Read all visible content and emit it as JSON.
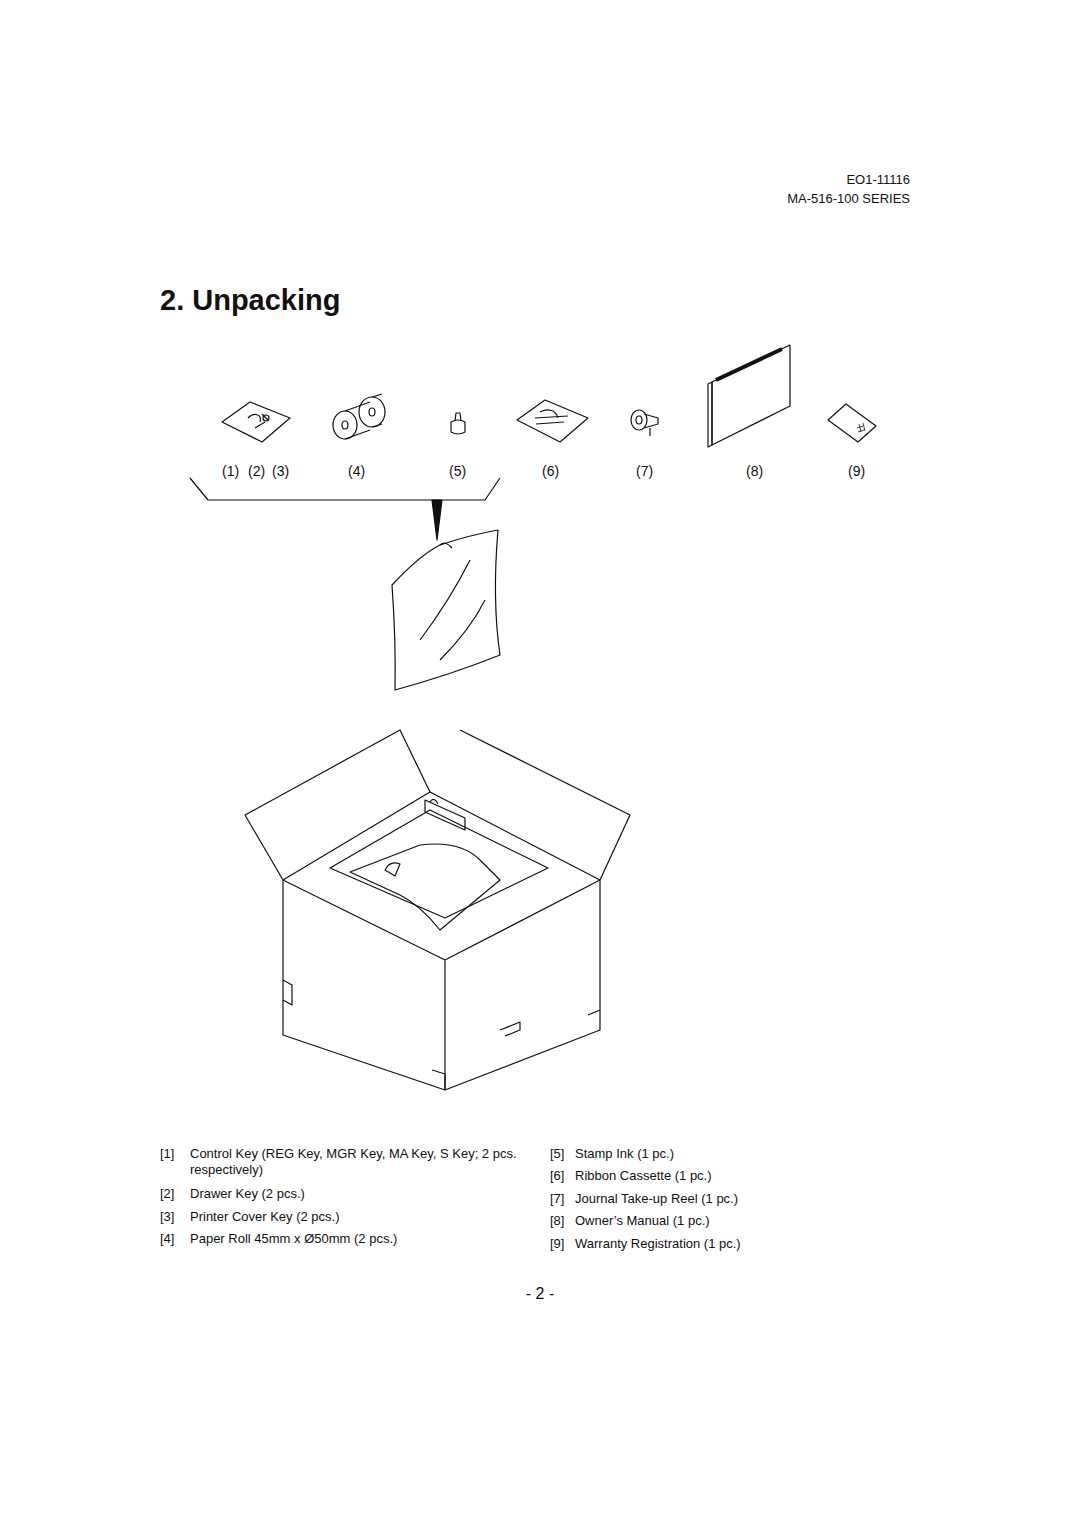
{
  "diagram": {
    "title": "2. Unpacking",
    "labels": [
      "EO1-11116",
      "MA-516-100 SERIES",
      "(1)",
      "(2)",
      "(3)",
      "(4)",
      "(5)",
      "(6)",
      "(7)",
      "(8)",
      "(9)",
      "[1]",
      "Control Key (REG Key, MGR Key, MA Key, S Key; 2 pcs. respectively)",
      "[2]",
      "Drawer Key (2 pcs.)",
      "[3]",
      "Printer Cover Key (2 pcs.)",
      "[4]",
      "Paper Roll 45mm x Ø50mm (2 pcs.)",
      "[5]",
      "Stamp Ink (1 pc.)",
      "[6]",
      "Ribbon Cassette (1 pc.)",
      "[7]",
      "Journal Take-up Reel (1 pc.)",
      "[8]",
      "Owner’s Manual (1 pc.)",
      "[9]",
      "Warranty Registration (1 pc.)",
      "- 2 -"
    ]
  }
}
